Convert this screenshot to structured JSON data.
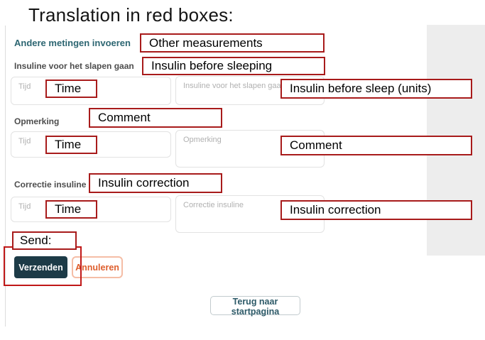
{
  "slide": {
    "title": "Translation in red boxes:"
  },
  "colors": {
    "annotation_red": "#a81b1b",
    "teal_link": "#2d6672",
    "label_gray": "#4d4d4d",
    "submit_bg": "#1d3b47",
    "cancel_text": "#de5e2d",
    "cancel_border": "#f5bda6",
    "back_text": "#2d5a68"
  },
  "form": {
    "other_measurements_link": "Andere metingen invoeren",
    "sections": [
      {
        "label": "Insuline voor het slapen gaan",
        "time_placeholder": "Tijd",
        "field_placeholder": "Insuline voor het slapen gaan (eh)"
      },
      {
        "label": "Opmerking",
        "time_placeholder": "Tijd",
        "field_placeholder": "Opmerking"
      },
      {
        "label": "Correctie insuline",
        "time_placeholder": "Tijd",
        "field_placeholder": "Correctie insuline"
      }
    ],
    "submit_button": "Verzenden",
    "cancel_button": "Annuleren",
    "back_button": "Terug naar startpagina"
  },
  "translations": {
    "other_measurements": "Other measurements",
    "insulin_before_sleeping": "Insulin before sleeping",
    "time": "Time",
    "insulin_before_sleep_units": "Insulin before sleep (units)",
    "comment": "Comment",
    "insulin_correction": "Insulin correction",
    "send": "Send:"
  }
}
